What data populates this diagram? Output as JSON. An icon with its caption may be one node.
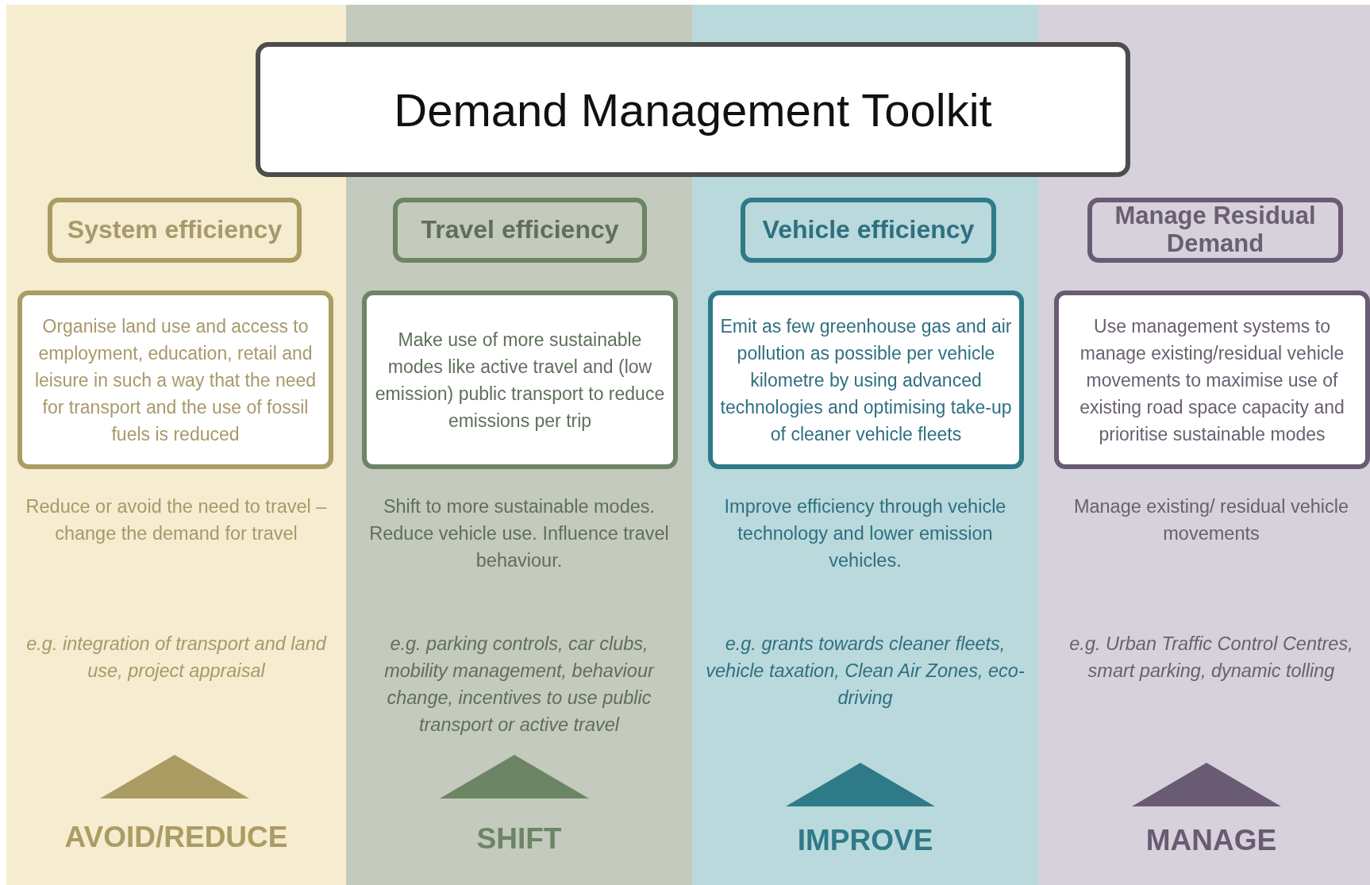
{
  "diagram": {
    "nodes": [
      {
        "text": [
          "Demand Management Toolkit"
        ]
      },
      {
        "text": [
          "Reduce or avoid the need to travel – change the demand for travel",
          "e.g. integration of transport and land use, project appraisal",
          "AVOID/REDUCE"
        ]
      },
      {
        "text": [
          "System efficiency"
        ],
        "in": 1
      },
      {
        "text": [
          "Organise land use and access to employment, education, retail and leisure in such a way that the need for transport and the use of fossil fuels is reduced"
        ],
        "in": 1
      },
      {
        "text": [
          "Shift to more sustainable modes.  Reduce vehicle use. Influence travel behaviour.",
          "e.g. parking controls, car clubs, mobility management, behaviour change, incentives to use public transport or active travel",
          "SHIFT"
        ]
      },
      {
        "text": [
          "Travel efficiency"
        ],
        "in": 4
      },
      {
        "text": [
          "Make use of more sustainable modes like active travel and (low emission) public transport to reduce emissions per trip"
        ],
        "in": 4
      },
      {
        "text": [
          "Improve efficiency through vehicle technology and lower emission vehicles.",
          "e.g. grants towards cleaner fleets, vehicle taxation, Clean Air Zones, eco-driving",
          "IMPROVE"
        ]
      },
      {
        "text": [
          "Vehicle efficiency"
        ],
        "in": 7
      },
      {
        "text": [
          "Emit as few greenhouse gas and air pollution as possible per vehicle kilometre by using advanced technologies and optimising take-up of cleaner vehicle fleets"
        ],
        "in": 7
      },
      {
        "text": [
          "Manage existing/ residual vehicle movements",
          "e.g. Urban Traffic Control Centres, smart parking, dynamic tolling",
          "MANAGE"
        ]
      },
      {
        "text": [
          "Manage Residual Demand"
        ],
        "in": 10
      },
      {
        "text": [
          "Use management systems to manage existing/residual vehicle movements to maximise use of existing road space capacity and prioritise sustainable modes"
        ],
        "in": 10
      }
    ],
    "edges": []
  }
}
